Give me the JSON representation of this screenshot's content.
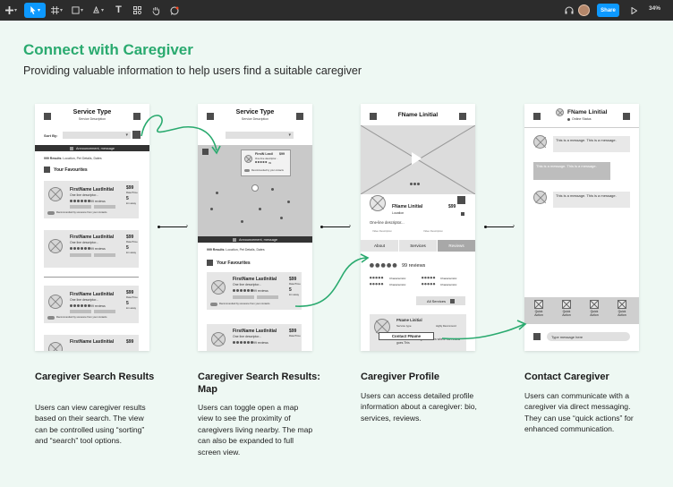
{
  "toolbar": {
    "icons": [
      "figma-menu-icon",
      "move-tool-icon",
      "frame-tool-icon",
      "shape-tool-icon",
      "pen-tool-icon",
      "text-tool-icon",
      "components-icon",
      "hand-tool-icon",
      "comment-icon",
      "headphones-icon",
      "play-icon"
    ],
    "share_label": "Share",
    "zoom": "34%"
  },
  "heading": {
    "title": "Connect with Caregiver",
    "subtitle": "Providing valuable information to help users find a suitable caregiver"
  },
  "screens": {
    "search": {
      "header_title": "Service Type",
      "header_sub": "Service Description",
      "sort_label": "Sort By:",
      "announcement": "Announcement, message",
      "results_count": "999 Results",
      "results_filters": ": Location, Pet Details, Dates",
      "favourites": "Your Favourites",
      "card_name": "FirstName LastInitial",
      "card_desc": "One line descriptor...",
      "card_price": "$99",
      "card_rate": "Rate/Time",
      "card_distance": "5",
      "card_distance_unit": "km away",
      "card_reviews": "99 reviews",
      "card_recommend": "Recommended by someone from your contacts"
    },
    "map": {
      "header_title": "Service Type",
      "header_sub": "Service Description",
      "popup_name": "FirstN LastI",
      "popup_desc": "One line descriptor...",
      "popup_price": "$99",
      "popup_reviews": "99",
      "popup_recommend": "Recommended by your contacts",
      "announcement": "Announcement, message",
      "results_count": "999 Results",
      "results_filters": ": Location, Pet Details, Dates",
      "favourites": "Your Favourites",
      "card_name": "FirstName LastInitial",
      "card_desc": "One line descriptor...",
      "card_price": "$99",
      "card_rate": "Rate/Time",
      "card_distance": "5",
      "card_distance_unit": "km away",
      "card_reviews": "99 reviews",
      "card_recommend": "Recommended by someone from your contacts"
    },
    "profile": {
      "header_title": "FName Linitial",
      "name": "FName Linitial",
      "location": "Location",
      "price": "$99",
      "descriptor": "One-line descriptor...",
      "badge1": "Video Description",
      "badge2": "Video Description",
      "tabs": [
        "About",
        "Services",
        "Reviews"
      ],
      "reviews_count": "99 reviews",
      "characteristic": "Characteristic",
      "all_services": "All Services",
      "review_name": "FName Linitial",
      "review_type": "Service type",
      "review_text": "where the review goes.This is where the review goes.This",
      "review_recommend": "Highly Recommend",
      "contact_button": "Contact FName"
    },
    "chat": {
      "header_title": "FName Linitial",
      "status": "Online Status",
      "message1": "This is a message. This is a message.",
      "message2": "This is a message. This is a message.",
      "message3": "This is a message. This is a message.",
      "quick_actions": [
        "Quick Action",
        "Quick Action",
        "Quick Action",
        "Quick Action"
      ],
      "input_placeholder": "Type message here"
    }
  },
  "captions": [
    {
      "title": "Caregiver Search Results",
      "body": "Users can view caregiver results based on their search. The view can be controlled using “sorting” and “search” tool options."
    },
    {
      "title": "Caregiver Search Results: Map",
      "body": "Users can toggle open a map view to see the proximity of caregivers living nearby. The map can also be expanded to full screen view."
    },
    {
      "title": "Caregiver Profile",
      "body": "Users can access detailed profile information about a caregiver: bio, services, reviews."
    },
    {
      "title": "Contact Caregiver",
      "body": "Users can communicate with a caregiver via direct messaging. They can use “quick actions” for enhanced communication."
    }
  ],
  "colors": {
    "accent": "#2aaa6f",
    "toolbar": "#2c2c2c",
    "share": "#0d99ff",
    "background": "#eef8f3"
  }
}
